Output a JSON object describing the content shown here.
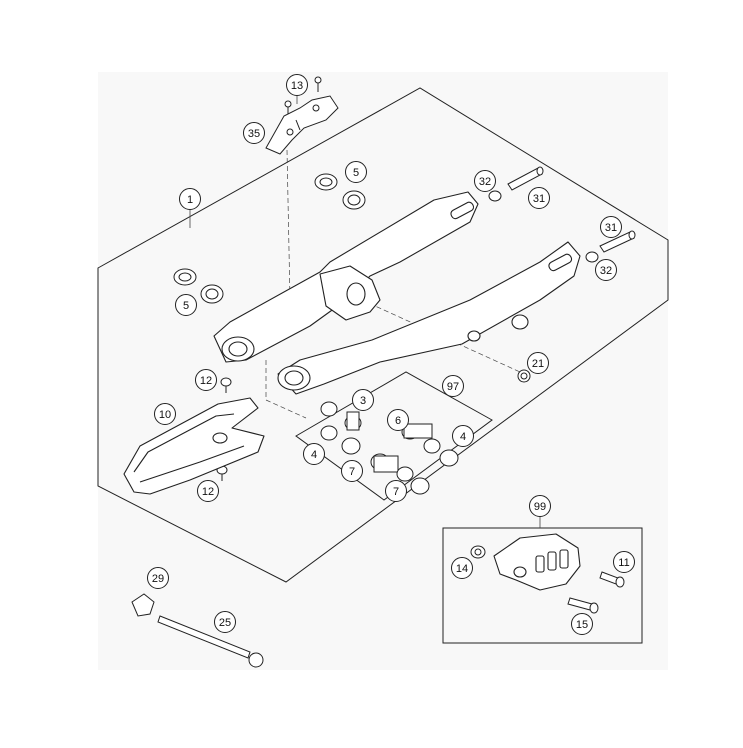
{
  "diagram": {
    "callouts": [
      {
        "id": "c13",
        "label": "13"
      },
      {
        "id": "c35",
        "label": "35"
      },
      {
        "id": "c5a",
        "label": "5"
      },
      {
        "id": "c1",
        "label": "1"
      },
      {
        "id": "c32a",
        "label": "32"
      },
      {
        "id": "c31a",
        "label": "31"
      },
      {
        "id": "c31b",
        "label": "31"
      },
      {
        "id": "c32b",
        "label": "32"
      },
      {
        "id": "c5b",
        "label": "5"
      },
      {
        "id": "c21",
        "label": "21"
      },
      {
        "id": "c12a",
        "label": "12"
      },
      {
        "id": "c97",
        "label": "97"
      },
      {
        "id": "c3",
        "label": "3"
      },
      {
        "id": "c10",
        "label": "10"
      },
      {
        "id": "c6",
        "label": "6"
      },
      {
        "id": "c4a",
        "label": "4"
      },
      {
        "id": "c4b",
        "label": "4"
      },
      {
        "id": "c7a",
        "label": "7"
      },
      {
        "id": "c12b",
        "label": "12"
      },
      {
        "id": "c7b",
        "label": "7"
      },
      {
        "id": "c99",
        "label": "99"
      },
      {
        "id": "c11",
        "label": "11"
      },
      {
        "id": "c14",
        "label": "14"
      },
      {
        "id": "c29",
        "label": "29"
      },
      {
        "id": "c15",
        "label": "15"
      },
      {
        "id": "c25",
        "label": "25"
      }
    ]
  }
}
